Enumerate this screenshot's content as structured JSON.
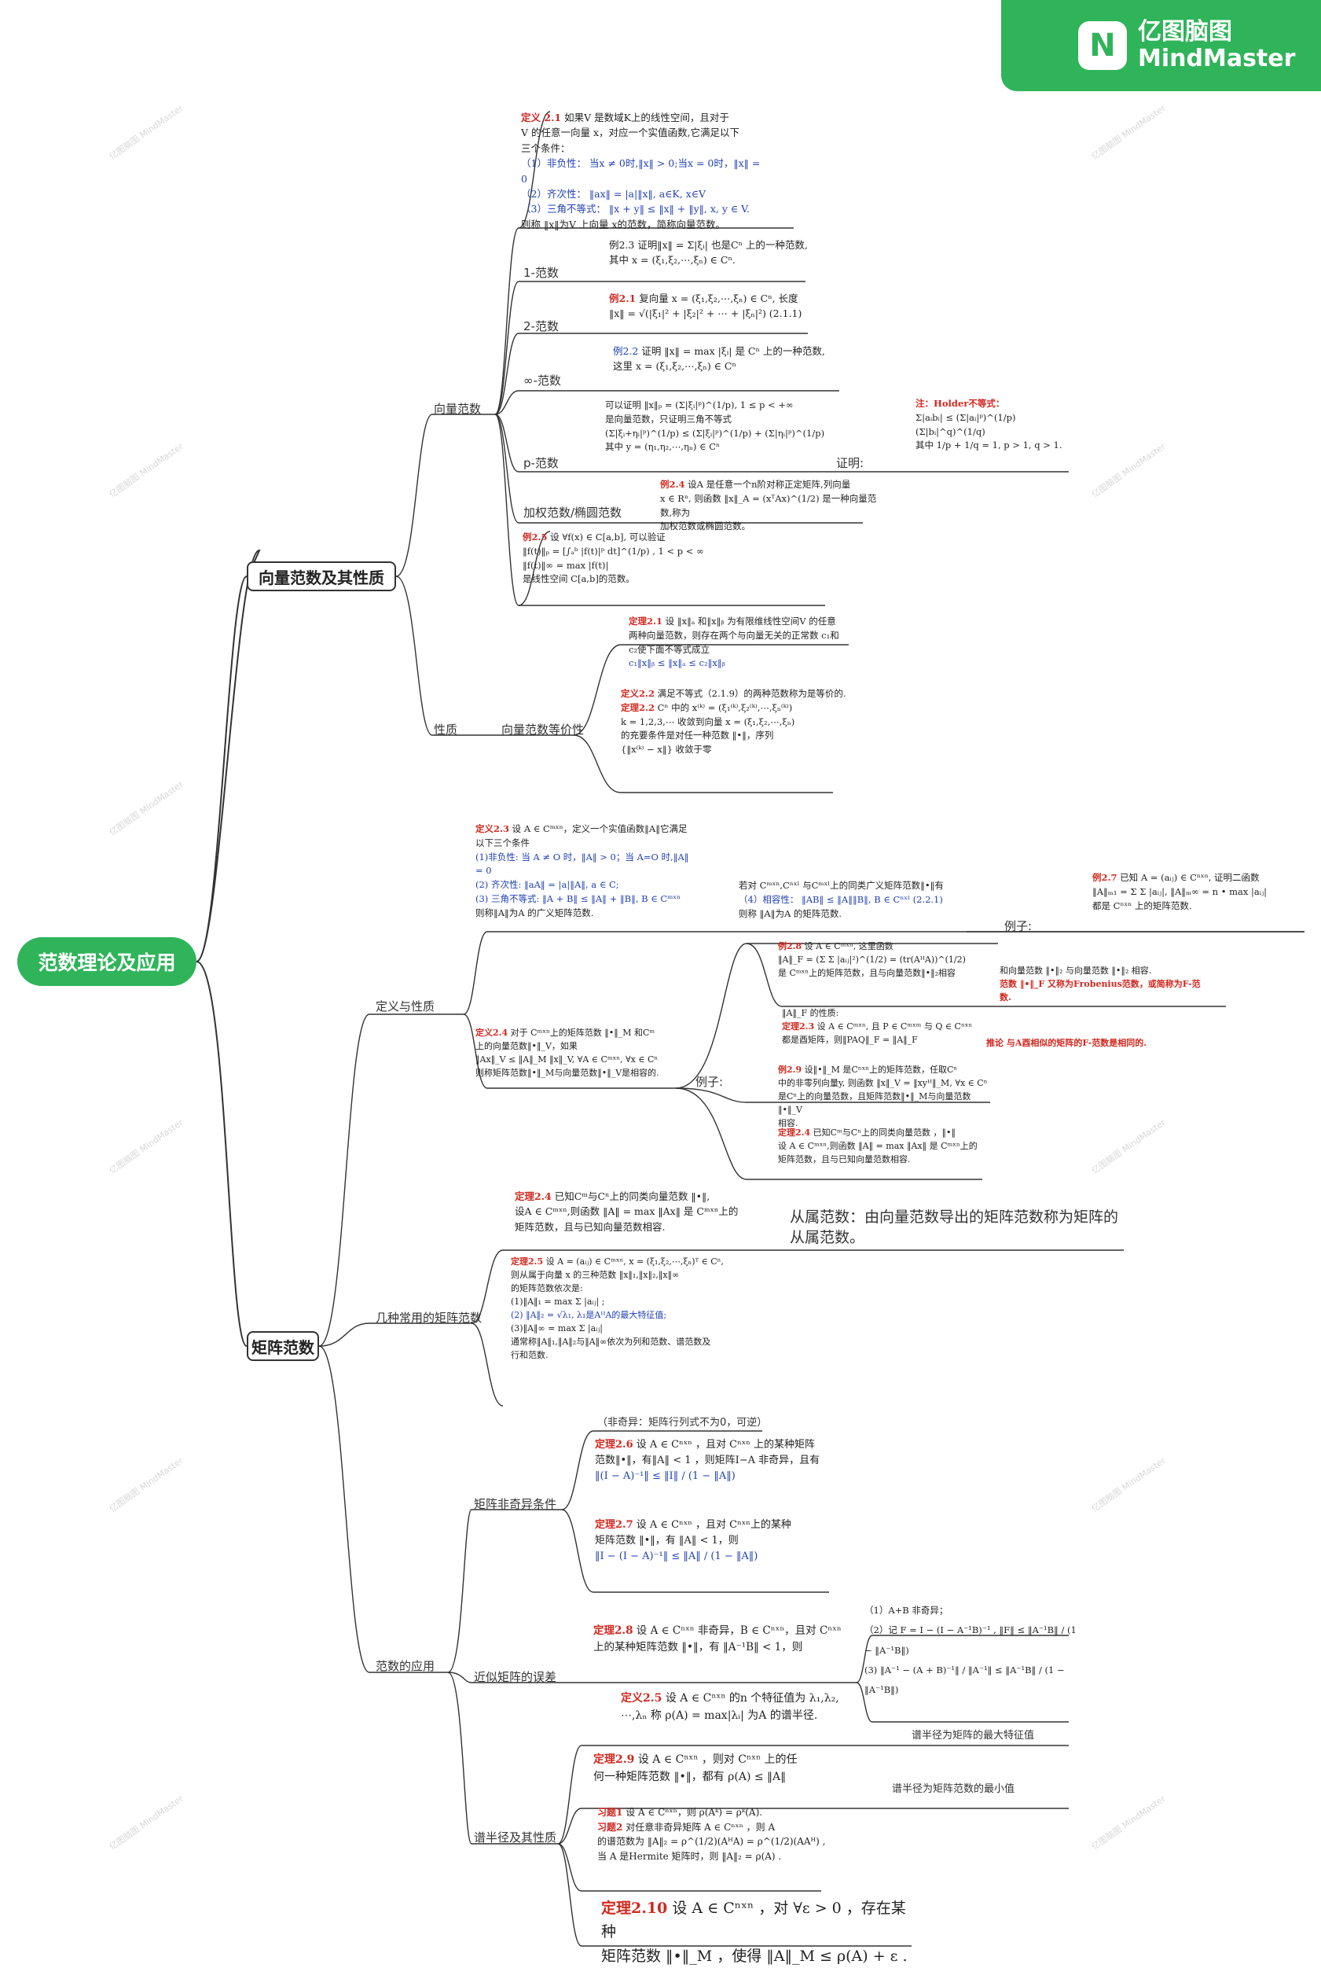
{
  "brand": {
    "cn": "亿图脑图",
    "en": "MindMaster",
    "logo_glyph": "N"
  },
  "root": "范数理论及应用",
  "main_topics": {
    "vector": "向量范数及其性质",
    "matrix": "矩阵范数"
  },
  "vector": {
    "group": "向量范数",
    "properties": "性质",
    "equiv": "向量范数等价性",
    "branches": {
      "one": "1-范数",
      "two": "2-范数",
      "inf": "∞-范数",
      "p": "p-范数",
      "weighted": "加权范数/椭圆范数",
      "proof": "证明:"
    },
    "def21": {
      "title": "定义 2.1",
      "l1": "如果V 是数域K上的线性空间，且对于",
      "l2": "V 的任意一向量 x，对应一个实值函数,它满足以下",
      "l3": "三个条件：",
      "c1": "（1）非负性：   当x ≠ 0时,‖x‖ > 0;当x = 0时，‖x‖ = 0",
      "c2": "（2）齐次性：   ‖ax‖ = |a|‖x‖, a∈K, x∈V",
      "c3": "（3）三角不等式：   ‖x + y‖ ≤ ‖x‖ + ‖y‖, x, y ∈ V.",
      "l4": "则称 ‖x‖为V 上向量 x的范数，简称向量范数。"
    },
    "ex23": {
      "l1": "例2.3   证明‖x‖ = Σ|ξᵢ| 也是Cⁿ 上的一种范数,",
      "l2": "其中  x = (ξ₁,ξ₂,⋯,ξₙ) ∈ Cⁿ."
    },
    "ex21": {
      "title": "例2.1",
      "l1": "复向量 x = (ξ₁,ξ₂,⋯,ξₙ) ∈ Cⁿ, 长度",
      "l2": "‖x‖ = √(|ξ₁|² + |ξ₂|² + ⋯ + |ξₙ|²)    (2.1.1)"
    },
    "ex22": {
      "title": "例2.2",
      "l1": "证明 ‖x‖ = max |ξᵢ| 是 Cⁿ 上的一种范数,",
      "l2": "这里  x = (ξ₁,ξ₂,⋯,ξₙ) ∈ Cⁿ"
    },
    "pnorm": {
      "l1": "可以证明     ‖x‖ₚ = (Σ|ξᵢ|ᵖ)^(1/p),  1 ≤ p < +∞",
      "l2": "是向量范数，只证明三角不等式",
      "l3": "(Σ|ξᵢ+ηᵢ|ᵖ)^(1/p) ≤ (Σ|ξᵢ|ᵖ)^(1/p) + (Σ|ηᵢ|ᵖ)^(1/p)",
      "l4": "其中      y = (η₁,η₂,⋯,ηₙ) ∈ Cⁿ"
    },
    "holder": {
      "title": "注：Holder不等式：",
      "l1": "Σ|aᵢbᵢ| ≤ (Σ|aᵢ|ᵖ)^(1/p) (Σ|bᵢ|^q)^(1/q)",
      "l2": "其中    1/p + 1/q = 1, p > 1, q > 1."
    },
    "ex24": {
      "title": "例2.4",
      "l1": "设A 是任意一个n阶对称正定矩阵,列向量",
      "l2": "x ∈ Rⁿ, 则函数  ‖x‖_A = (xᵀAx)^(1/2)  是一种向量范数,称为",
      "l3": "加权范数或椭圆范数。"
    },
    "ex25": {
      "title": "例2.5",
      "l1": "设  ∀f(x) ∈ C[a,b], 可以验证",
      "l2": "‖f(t)‖ₚ = [∫ₐᵇ |f(t)|ᵖ dt]^(1/p) , 1 < p < ∞",
      "l3": "‖f(t)‖∞ = max |f(t)|",
      "l4": "是线性空间 C[a,b]的范数。"
    },
    "thm21": {
      "title": "定理2.1",
      "l1": "设 ‖x‖ₐ 和‖x‖ᵦ 为有限维线性空间V 的任意",
      "l2": "两种向量范数，则存在两个与向量无关的正常数 c₁和",
      "l3": "c₂使下面不等式成立",
      "l4": "c₁‖x‖ᵦ ≤ ‖x‖ₐ ≤ c₂‖x‖ᵦ"
    },
    "def22": {
      "title": "定义2.2",
      "l1": "满足不等式（2.1.9）的两种范数称为是等价的.",
      "thm": "定理2.2",
      "l2": "Cⁿ 中的  x⁽ᵏ⁾ = (ξ₁⁽ᵏ⁾,ξ₂⁽ᵏ⁾,⋯,ξₙ⁽ᵏ⁾)",
      "l3": "k = 1,2,3,⋯  收敛到向量   x = (ξ₁,ξ₂,⋯,ξₙ)",
      "l4": "的充要条件是对任一种范数 ‖•‖，序列",
      "l5": "{‖x⁽ᵏ⁾ − x‖} 收敛于零"
    }
  },
  "matrix": {
    "def_props": "定义与性质",
    "common": "几种常用的矩阵范数",
    "applications": "范数的应用",
    "nonsingular": "矩阵非奇异条件",
    "approx": "近似矩阵的误差",
    "spectral": "谱半径及其性质",
    "example_label": "例子:",
    "example_label2": "例子:",
    "def23": {
      "title": "定义2.3",
      "l0": "设 A ∈ Cᵐˣⁿ，定义一个实值函数‖A‖它满足",
      "l1": "以下三个条件",
      "c1": "(1)非负性: 当 A ≠ O 时，‖A‖ > 0；当 A=O 时,‖A‖ = 0",
      "c2": "(2) 齐次性:   ‖aA‖ = |a|‖A‖, a ∈ C;",
      "c3": "(3) 三角不等式: ‖A + B‖ ≤ ‖A‖ + ‖B‖, B ∈ Cᵐˣⁿ",
      "l2": "则称‖A‖为A 的广义矩阵范数."
    },
    "def23b": {
      "l1": "若对 Cᵐˣⁿ,Cⁿˣˡ 与Cᵐˣˡ上的同类广义矩阵范数‖•‖有",
      "l2": "（4）相容性：   ‖AB‖ ≤ ‖A‖‖B‖, B ∈ Cⁿˣˡ     (2.2.1)",
      "l3": "则称  ‖A‖为A 的矩阵范数."
    },
    "ex27": {
      "title": "例2.7",
      "l1": "已知  A = (aᵢⱼ) ∈ Cⁿˣⁿ, 证明二函数",
      "l2": "‖A‖ₘ₁ = Σ Σ |aᵢⱼ|,   ‖A‖ₘ∞ = n • max |aᵢⱼ|",
      "l3": "都是 Cⁿˣⁿ 上的矩阵范数."
    },
    "ex28": {
      "title": "例2.8",
      "l1": "设  A ∈ Cᵐˣⁿ, 这里函数",
      "l2": "‖A‖_F = (Σ Σ |aᵢⱼ|²)^(1/2) = (tr(AᴴA))^(1/2)",
      "l3": "是 Cᵐˣⁿ上的矩阵范数，且与向量范数‖•‖₂相容",
      "r1": "和向量范数 ‖•‖₂ 与向量范数 ‖•‖₂ 相容.",
      "r2": "范数 ‖•‖_F 又称为Frobenius范数，或简称为F-范数."
    },
    "unitary": {
      "l1": "‖A‖_F 的性质:",
      "thm": "定理2.3",
      "l2": "设 A ∈ Cᵐˣⁿ, 且 P ∈ Cᵐˣᵐ 与 Q ∈ Cⁿˣⁿ",
      "l3": "都是酉矩阵，则‖PAQ‖_F = ‖A‖_F",
      "r1": "推论   与A酉相似的矩阵的F-范数是相同的."
    },
    "def24": {
      "title": "定义2.4",
      "l1": "对于 Cᵐˣⁿ上的矩阵范数 ‖•‖_M 和Cᵐ",
      "l2": "上的向量范数‖•‖_V，如果",
      "l3": "‖Ax‖_V ≤ ‖A‖_M ‖x‖_V, ∀A ∈ Cᵐˣⁿ, ∀x ∈ Cⁿ",
      "l4": "则称矩阵范数‖•‖_M与向量范数‖•‖_V是相容的."
    },
    "ex29": {
      "title": "例2.9",
      "l1": "设‖•‖_M 是Cⁿˣⁿ上的矩阵范数，任取Cⁿ",
      "l2": "中的非零列向量y, 则函数 ‖x‖_V = ‖xyᴴ‖_M, ∀x ∈ Cⁿ",
      "l3": "是Cⁿ上的向量范数，且矩阵范数‖•‖_M与向量范数‖•‖_V",
      "l4": "相容."
    },
    "thm24a": {
      "title": "定理2.4",
      "l1": "已知Cᵐ与Cⁿ上的同类向量范数 ‖•‖,",
      "l2": "设A ∈ Cᵐˣⁿ,则函数 ‖A‖ = max ‖Ax‖   是 Cᵐˣⁿ上的",
      "l3": "矩阵范数，且与已知向量范数相容."
    },
    "thm24b": {
      "title": "定理2.4",
      "l1": "已知Cᵐ与Cⁿ上的同类向量范数 ，‖•‖",
      "l2": "设 A ∈ Cᵐˣⁿ,则函数 ‖A‖ = max ‖Ax‖   是 Cᵐˣⁿ上的",
      "l3": "矩阵范数，且与已知向量范数相容."
    },
    "subordinate": "从属范数：由向量范数导出的矩阵范数称为矩阵的从属范数。",
    "thm25a": {
      "title": "定理2.5",
      "l1": "设 A = (aᵢⱼ) ∈ Cᵐˣⁿ, x = (ξ₁,ξ₂,⋯,ξₙ)ᵀ ∈ Cⁿ,",
      "l2": "则从属于向量 x 的三种范数 ‖x‖₁,‖x‖₂,‖x‖∞",
      "l3": "的矩阵范数依次是:",
      "c1": "(1)‖A‖₁ = max Σ |aᵢⱼ| ;",
      "c2": "(2) ‖A‖₂ = √λ₁, λ₁是AᴴA的最大特征值;",
      "c3": "(3)‖A‖∞ = max Σ |aᵢⱼ|",
      "l4": "通常称‖A‖₁,‖A‖₂与‖A‖∞依次为列和范数、谱范数及",
      "l5": "行和范数."
    },
    "nonsing_hint": "（非奇异：矩阵行列式不为0，可逆）",
    "thm26": {
      "title": "定理2.6",
      "l1": "设  A ∈ Cⁿˣⁿ ，且对   Cⁿˣⁿ 上的某种矩阵",
      "l2": "范数‖•‖，有‖A‖ < 1 ，则矩阵I−A 非奇异，且有",
      "l3": "‖(I − A)⁻¹‖ ≤ ‖I‖ / (1 − ‖A‖)"
    },
    "thm27": {
      "title": "定理2.7",
      "l1": "设    A ∈ Cⁿˣⁿ ，且对 Cⁿˣⁿ上的某种",
      "l2": "矩阵范数 ‖•‖，有  ‖A‖ < 1，则",
      "l3": "‖I − (I − A)⁻¹‖ ≤ ‖A‖ / (1 − ‖A‖)"
    },
    "thm28": {
      "title": "定理2.8",
      "l1": "设 A ∈ Cⁿˣⁿ 非奇异，B ∈ Cⁿˣⁿ，且对  Cⁿˣⁿ",
      "l2": "上的某种矩阵范数 ‖•‖，有 ‖A⁻¹B‖ < 1，则",
      "c1": "（1）A+B 非奇异；",
      "c2": "（2）记      F = I − (I − A⁻¹B)⁻¹ , ‖F‖ ≤ ‖A⁻¹B‖ / (1 − ‖A⁻¹B‖)",
      "c3": "(3)      ‖A⁻¹ − (A + B)⁻¹‖ / ‖A⁻¹‖ ≤ ‖A⁻¹B‖ / (1 − ‖A⁻¹B‖)"
    },
    "def25": {
      "title": "定义2.5",
      "l1": "设   A ∈ Cⁿˣⁿ  的n 个特征值为  λ₁,λ₂,",
      "l2": "⋯,λₙ  称 ρ(A) = max|λᵢ|   为A 的谱半径.",
      "r": "谱半径为矩阵的最大特征值"
    },
    "thm29": {
      "title": "定理2.9",
      "l1": "设    A ∈ Cⁿˣⁿ ，则对   Cⁿˣⁿ 上的任",
      "l2": "何一种矩阵范数 ‖•‖，都有    ρ(A) ≤ ‖A‖",
      "r": "谱半径为矩阵范数的最小值"
    },
    "exercises": {
      "t1": "习题1",
      "l1": "设  A ∈ Cⁿˣⁿ，则  ρ(Aᵏ) = ρᵏ(A).",
      "t2": "习题2",
      "l2": "对任意非奇异矩阵  A ∈ Cⁿˣⁿ    ，则 A",
      "l3": "的谱范数为  ‖A‖₂ = ρ^(1/2)(AᴴA) = ρ^(1/2)(AAᴴ)   ,",
      "l4": "当 A 是Hermite 矩阵时，则   ‖A‖₂ = ρ(A)   ."
    },
    "thm210": {
      "title": "定理2.10",
      "l1": "设   A ∈ Cⁿˣⁿ   ，对  ∀ε > 0 ，存在某种",
      "l2": "矩阵范数 ‖•‖_M ，使得 ‖A‖_M ≤ ρ(A) + ε     ."
    }
  },
  "watermark": "亿图脑图 MindMaster",
  "colors": {
    "brand": "#2fb45a",
    "red": "#d0281f",
    "blue": "#1f3fb3"
  }
}
